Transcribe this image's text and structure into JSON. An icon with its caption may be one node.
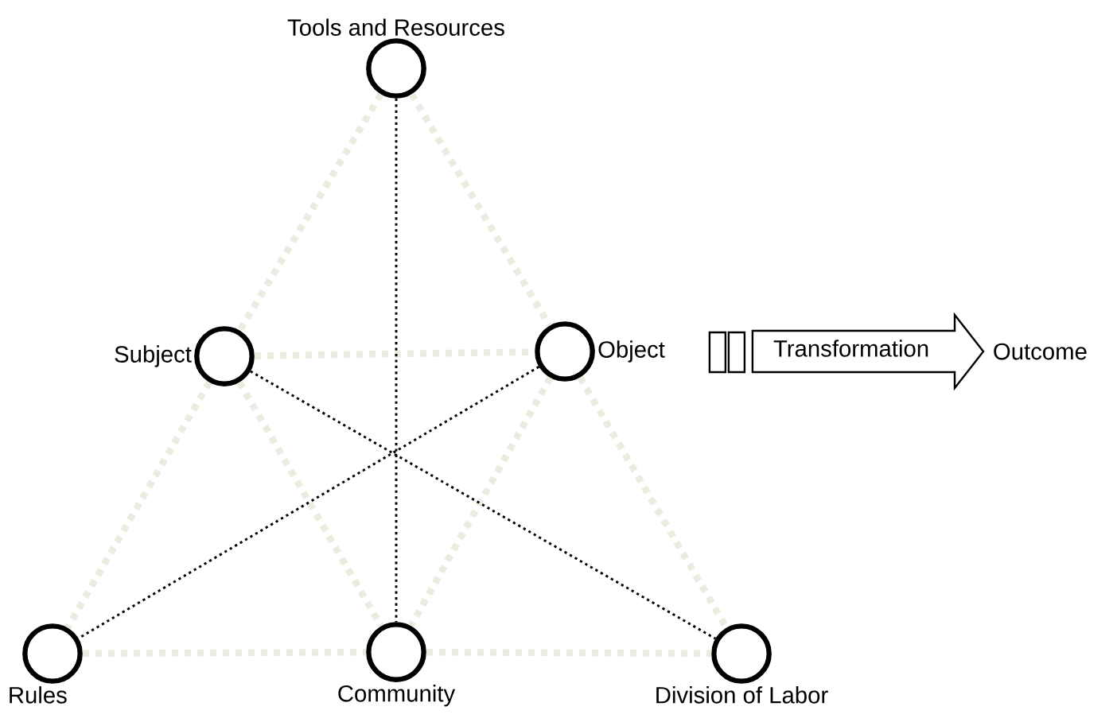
{
  "diagram": {
    "nodes": [
      {
        "text": [
          "Tools and Resources"
        ]
      },
      {
        "text": [
          "Subject"
        ]
      },
      {
        "text": [
          "Object"
        ]
      },
      {
        "text": [
          "Rules"
        ]
      },
      {
        "text": [
          "Community"
        ]
      },
      {
        "text": [
          "Division of Labor"
        ]
      },
      {
        "text": [
          "Outcome"
        ]
      }
    ],
    "edges": [
      {
        "from": 0,
        "to": 1,
        "arrow": "none"
      },
      {
        "from": 0,
        "to": 2,
        "arrow": "none"
      },
      {
        "from": 1,
        "to": 2,
        "arrow": "none"
      },
      {
        "from": 1,
        "to": 3,
        "arrow": "none"
      },
      {
        "from": 1,
        "to": 4,
        "arrow": "none"
      },
      {
        "from": 2,
        "to": 4,
        "arrow": "none"
      },
      {
        "from": 2,
        "to": 5,
        "arrow": "none"
      },
      {
        "from": 3,
        "to": 4,
        "arrow": "none"
      },
      {
        "from": 4,
        "to": 5,
        "arrow": "none"
      },
      {
        "from": 0,
        "to": 4,
        "arrow": "none",
        "style": "dashed",
        "color": "#000000"
      },
      {
        "from": 1,
        "to": 5,
        "arrow": "none",
        "style": "dashed",
        "color": "#000000"
      },
      {
        "from": 2,
        "to": 3,
        "arrow": "none",
        "style": "dashed",
        "color": "#000000"
      },
      {
        "from": 2,
        "to": 6,
        "arrow": "to",
        "label": "Transformation",
        "style": "thick",
        "color": "#000000"
      }
    ]
  }
}
